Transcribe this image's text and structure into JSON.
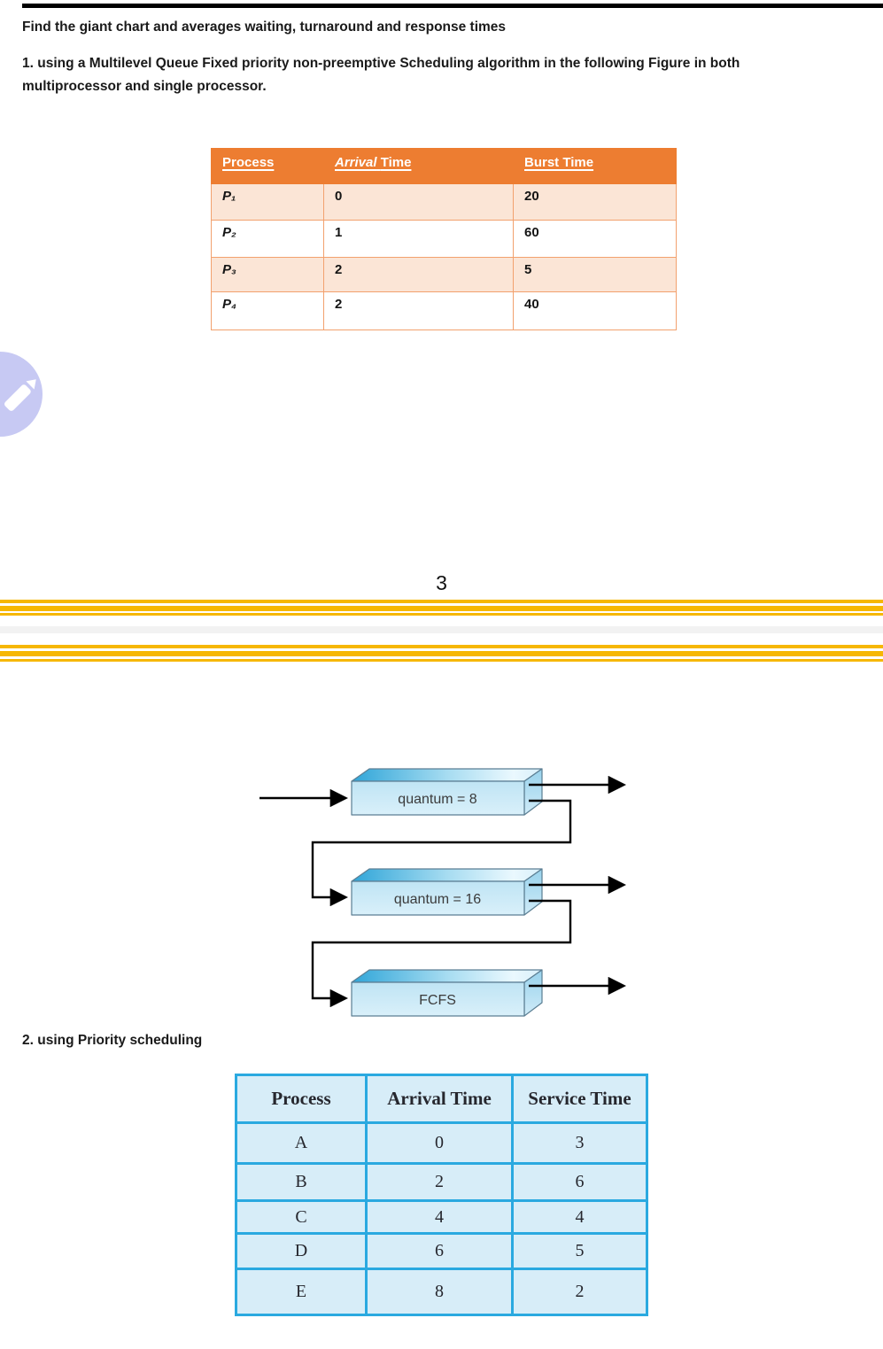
{
  "page": {
    "number": "3"
  },
  "colors": {
    "accent_orange": "#ED7D31",
    "row_peach": "#FBE5D6",
    "orange_border": "#F2A16E",
    "stripe_yellow": "#F6B703",
    "band_gray": "#F2F2F2",
    "blue_table_border": "#2AA9E0",
    "blue_table_bg": "#D7EDF8",
    "bubble_lavender": "#C7C9F3",
    "queue_box_blue": "#BFE4F4"
  },
  "icons": {
    "pencil_icon": "white pencil glyph in lavender circle"
  },
  "heading": {
    "text": "Find the giant chart and averages waiting, turnaround and response times"
  },
  "question1": {
    "text": "1. using a Multilevel Queue Fixed priority non-preemptive Scheduling algorithm in the following Figure in both multiprocessor and single processor."
  },
  "question2": {
    "text": "2. using Priority scheduling"
  },
  "process_table": {
    "header": {
      "process": "Process",
      "arrival_word": "Arrival",
      "time_word": "Time",
      "burst": "Burst Time"
    },
    "rows": [
      {
        "process": "P₁",
        "arrival": "0",
        "burst": "20"
      },
      {
        "process": "P₂",
        "arrival": "1",
        "burst": "60"
      },
      {
        "process": "P₃",
        "arrival": "2",
        "burst": "5"
      },
      {
        "process": "P₄",
        "arrival": "2",
        "burst": "40"
      }
    ]
  },
  "mlq_diagram": {
    "queues": [
      {
        "label": "quantum = 8"
      },
      {
        "label": "quantum = 16"
      },
      {
        "label": "FCFS"
      }
    ]
  },
  "priority_table": {
    "header": {
      "process": "Process",
      "arrival": "Arrival Time",
      "service": "Service Time"
    },
    "rows": [
      {
        "process": "A",
        "arrival": "0",
        "service": "3"
      },
      {
        "process": "B",
        "arrival": "2",
        "service": "6"
      },
      {
        "process": "C",
        "arrival": "4",
        "service": "4"
      },
      {
        "process": "D",
        "arrival": "6",
        "service": "5"
      },
      {
        "process": "E",
        "arrival": "8",
        "service": "2"
      }
    ]
  }
}
